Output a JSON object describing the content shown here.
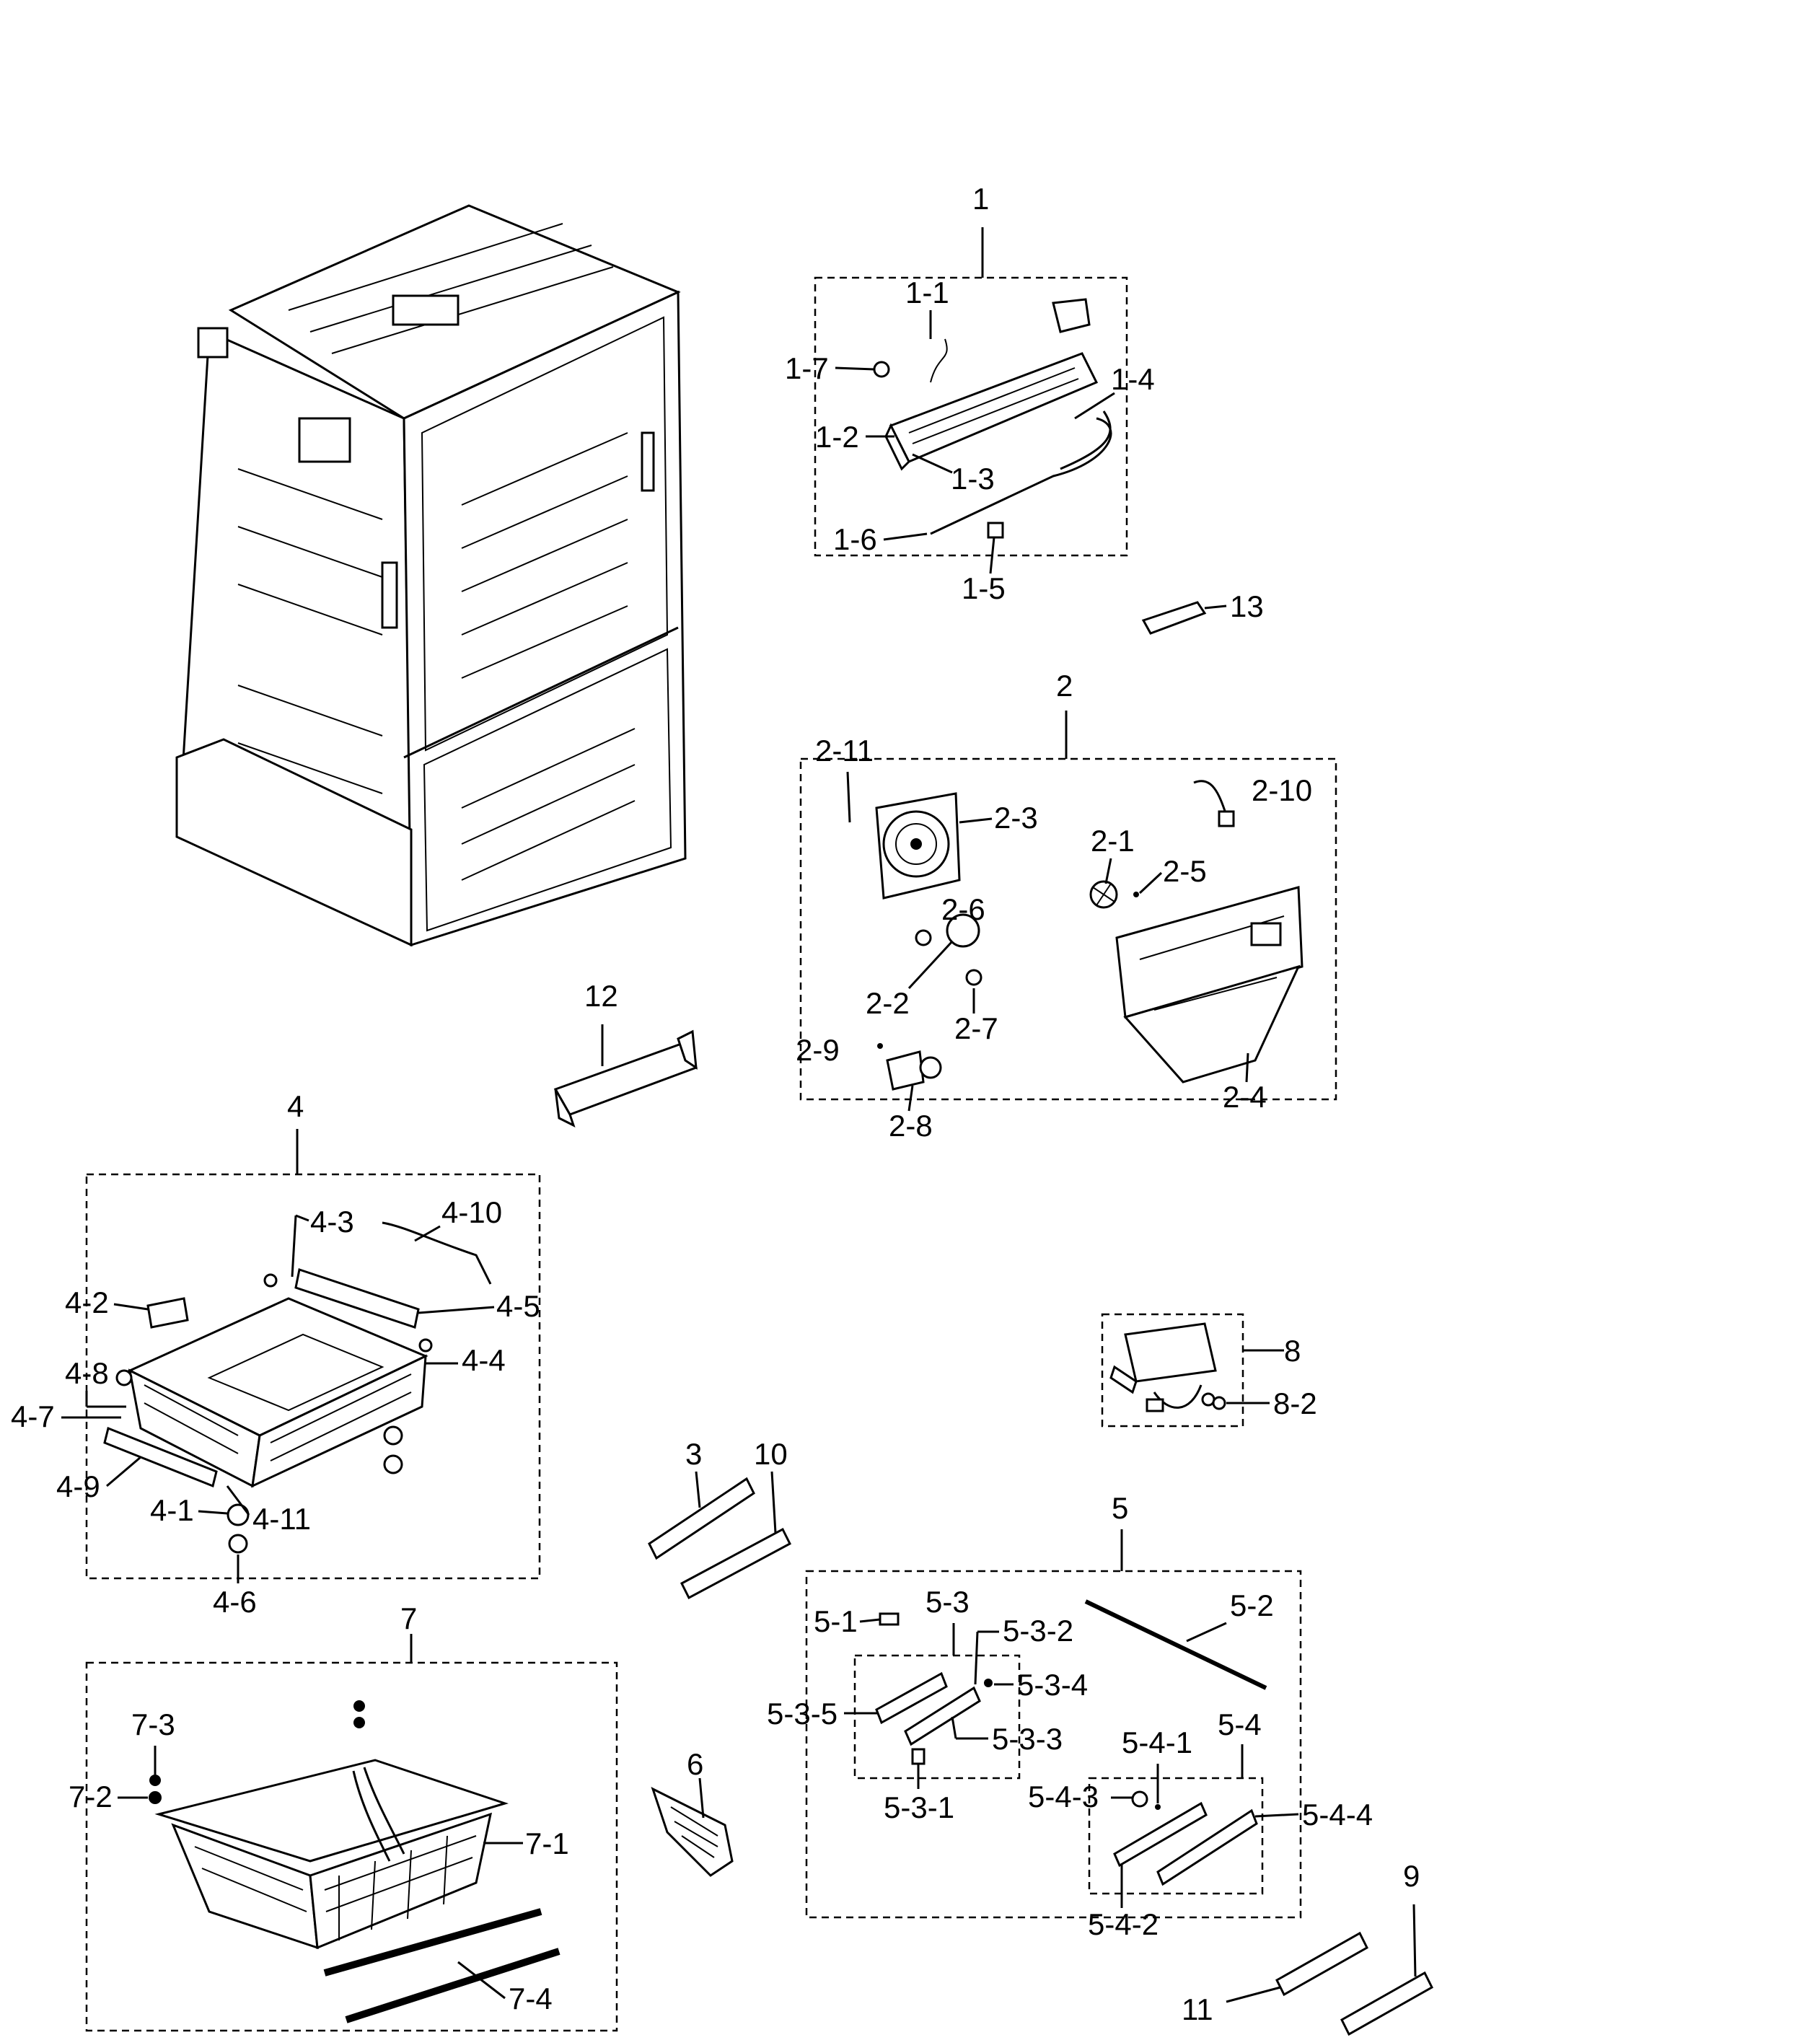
{
  "callouts": {
    "c1": "1",
    "c1_1": "1-1",
    "c1_2": "1-2",
    "c1_3": "1-3",
    "c1_4": "1-4",
    "c1_5": "1-5",
    "c1_6": "1-6",
    "c1_7": "1-7",
    "c13": "13",
    "c2": "2",
    "c2_1": "2-1",
    "c2_2": "2-2",
    "c2_3": "2-3",
    "c2_4": "2-4",
    "c2_5": "2-5",
    "c2_6": "2-6",
    "c2_7": "2-7",
    "c2_8": "2-8",
    "c2_9": "2-9",
    "c2_10": "2-10",
    "c2_11": "2-11",
    "c12": "12",
    "c4": "4",
    "c4_1": "4-1",
    "c4_2": "4-2",
    "c4_3": "4-3",
    "c4_4": "4-4",
    "c4_5": "4-5",
    "c4_6": "4-6",
    "c4_7": "4-7",
    "c4_8": "4-8",
    "c4_9": "4-9",
    "c4_10": "4-10",
    "c4_11": "4-11",
    "c8": "8",
    "c8_2": "8-2",
    "c3": "3",
    "c10": "10",
    "c5": "5",
    "c5_1": "5-1",
    "c5_2": "5-2",
    "c5_3": "5-3",
    "c5_3_1": "5-3-1",
    "c5_3_2": "5-3-2",
    "c5_3_3": "5-3-3",
    "c5_3_4": "5-3-4",
    "c5_3_5": "5-3-5",
    "c5_4": "5-4",
    "c5_4_1": "5-4-1",
    "c5_4_2": "5-4-2",
    "c5_4_3": "5-4-3",
    "c5_4_4": "5-4-4",
    "c7": "7",
    "c7_1": "7-1",
    "c7_2": "7-2",
    "c7_3": "7-3",
    "c7_4": "7-4",
    "c6": "6",
    "c9": "9",
    "c11": "11"
  }
}
